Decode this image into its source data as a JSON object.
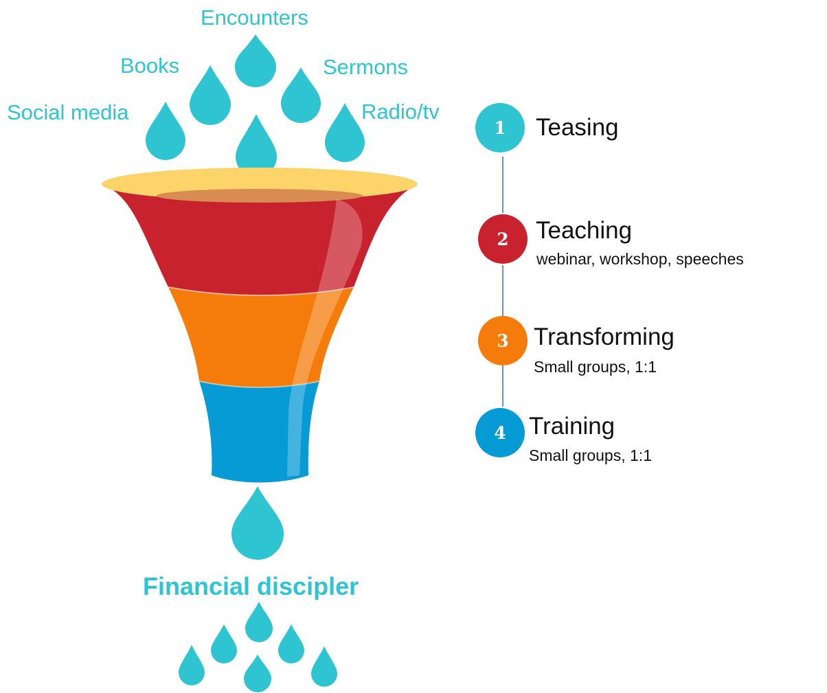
{
  "sources": [
    "Encounters",
    "Books",
    "Sermons",
    "Social media",
    "Radio/tv"
  ],
  "funnel": {
    "result": "Financial discipler",
    "colors": {
      "rim": "#fcd46a",
      "rim_inner": "#d88c52",
      "top": "#c8222e",
      "middle": "#f57b0a",
      "bottom": "#069bd4",
      "drop": "#2ec4d1"
    }
  },
  "steps": [
    {
      "number": "1",
      "title": "Teasing",
      "subtitle": "",
      "color": "#2ec4d1"
    },
    {
      "number": "2",
      "title": "Teaching",
      "subtitle": "webinar, workshop, speeches",
      "color": "#c8222e"
    },
    {
      "number": "3",
      "title": "Transforming",
      "subtitle": "Small groups, 1:1",
      "color": "#f57b0a"
    },
    {
      "number": "4",
      "title": "Training",
      "subtitle": "Small groups, 1:1",
      "color": "#069bd4"
    }
  ],
  "connector_color": "#6b8fd6"
}
